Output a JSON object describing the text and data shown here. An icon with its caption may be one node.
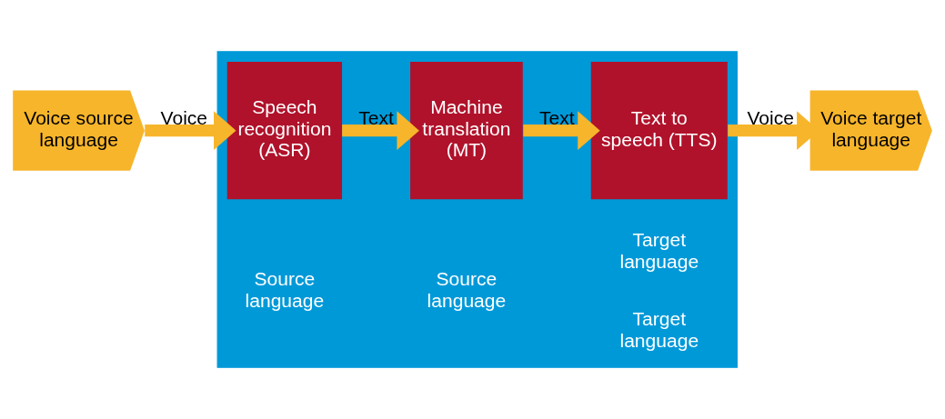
{
  "diagram": {
    "nodes": [
      {
        "text": [],
        "shape": "box"
      },
      {
        "text": [
          "Voice source language"
        ]
      },
      {
        "text": [
          "Speech recognition (ASR)"
        ],
        "in": 0
      },
      {
        "text": [
          "Machine translation (MT)"
        ],
        "in": 0
      },
      {
        "text": [
          "Text to speech (TTS)"
        ],
        "in": 0
      },
      {
        "text": [
          "Voice target language"
        ]
      }
    ],
    "edges": [
      {
        "from": 1,
        "to": 2,
        "arrow": "to",
        "label": "Voice"
      },
      {
        "from": 2,
        "to": 3,
        "arrow": "to",
        "label": "Text"
      },
      {
        "from": 3,
        "to": 4,
        "arrow": "to",
        "label": "Text"
      },
      {
        "from": 4,
        "to": 5,
        "arrow": "to",
        "label": "Voice"
      }
    ],
    "labels": [
      "Source language",
      "Source language",
      "Target language",
      "Target language"
    ]
  }
}
